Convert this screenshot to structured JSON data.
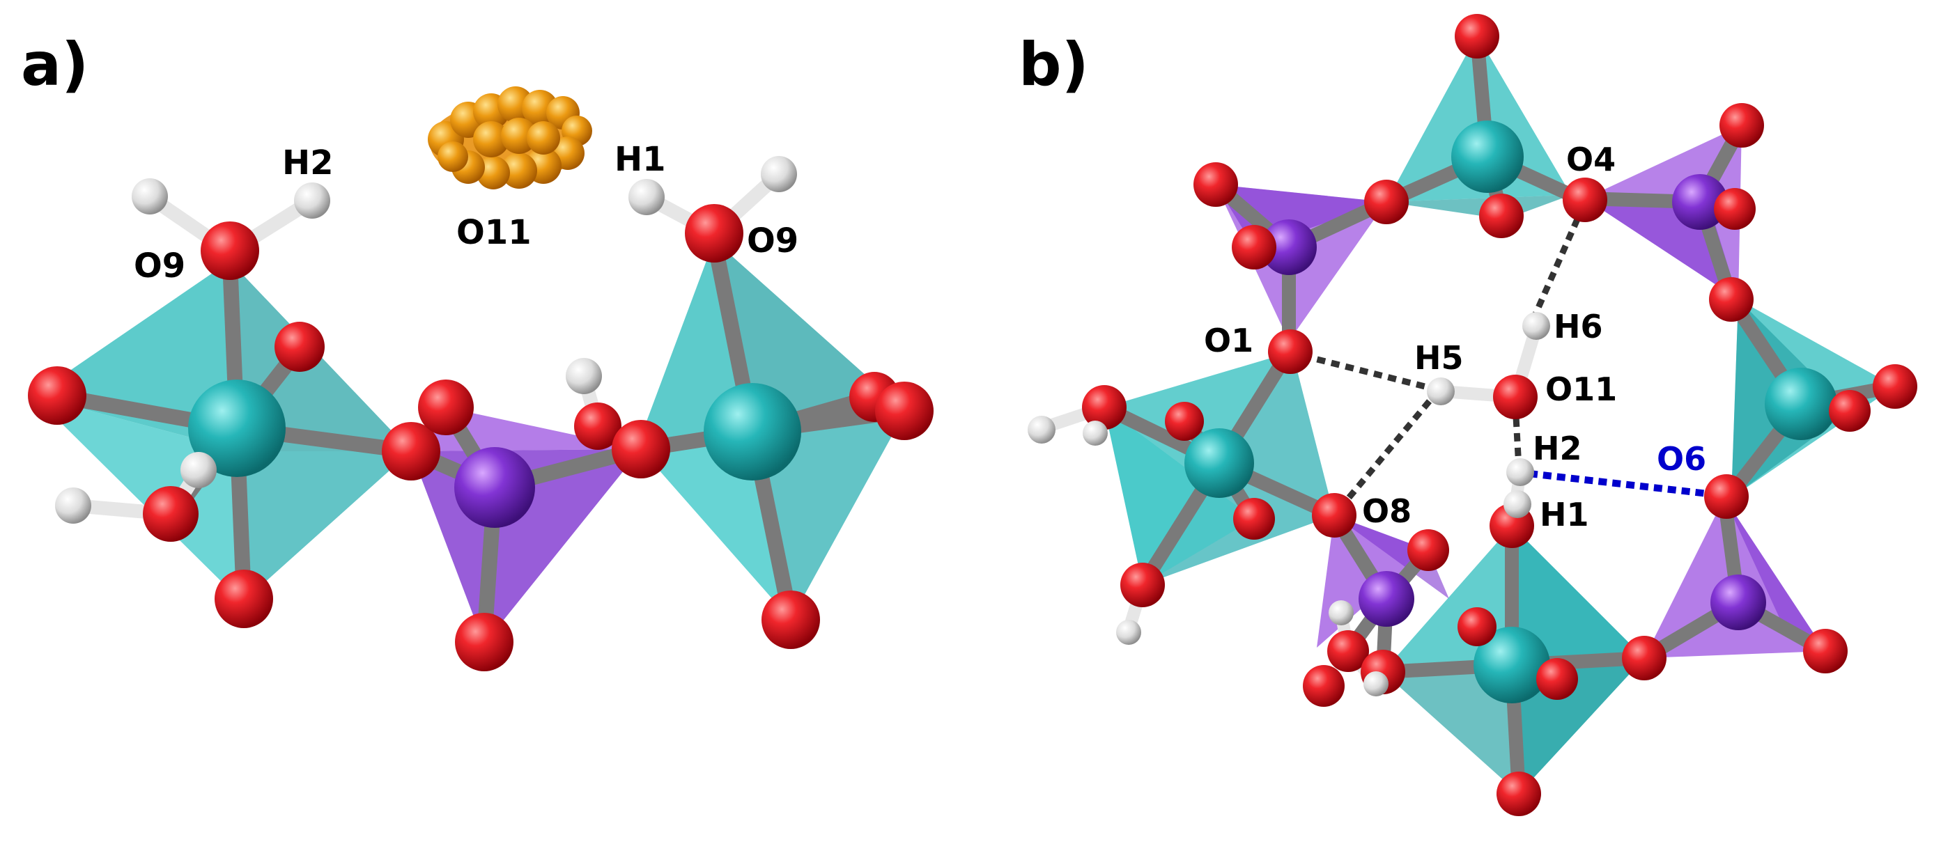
{
  "panels": {
    "a": {
      "panel_label": "a)",
      "atom_labels": {
        "h2": "H2",
        "o11": "O11",
        "h1": "H1",
        "o9_left": "O9",
        "o9_right": "O9"
      }
    },
    "b": {
      "panel_label": "b)",
      "atom_labels": {
        "o4": "O4",
        "h6": "H6",
        "o1": "O1",
        "h5": "H5",
        "o11": "O11",
        "h2": "H2",
        "o6": "O6",
        "o8": "O8",
        "h1": "H1"
      }
    }
  },
  "colors": {
    "oxygen": "#e8141c",
    "hydrogen": "#e6e6e6",
    "octahedral_metal": "#22b5b8",
    "octahedron_face": "#2fbdbd",
    "tetrahedral_center": "#7b2fd0",
    "tetrahedron_face": "#8c3fd8",
    "bond": "#7a7a7a",
    "disordered_water": "#e8900f",
    "hbond_gray": "#333333",
    "hbond_blue": "#0000cc",
    "o6_label": "#0000cc"
  }
}
